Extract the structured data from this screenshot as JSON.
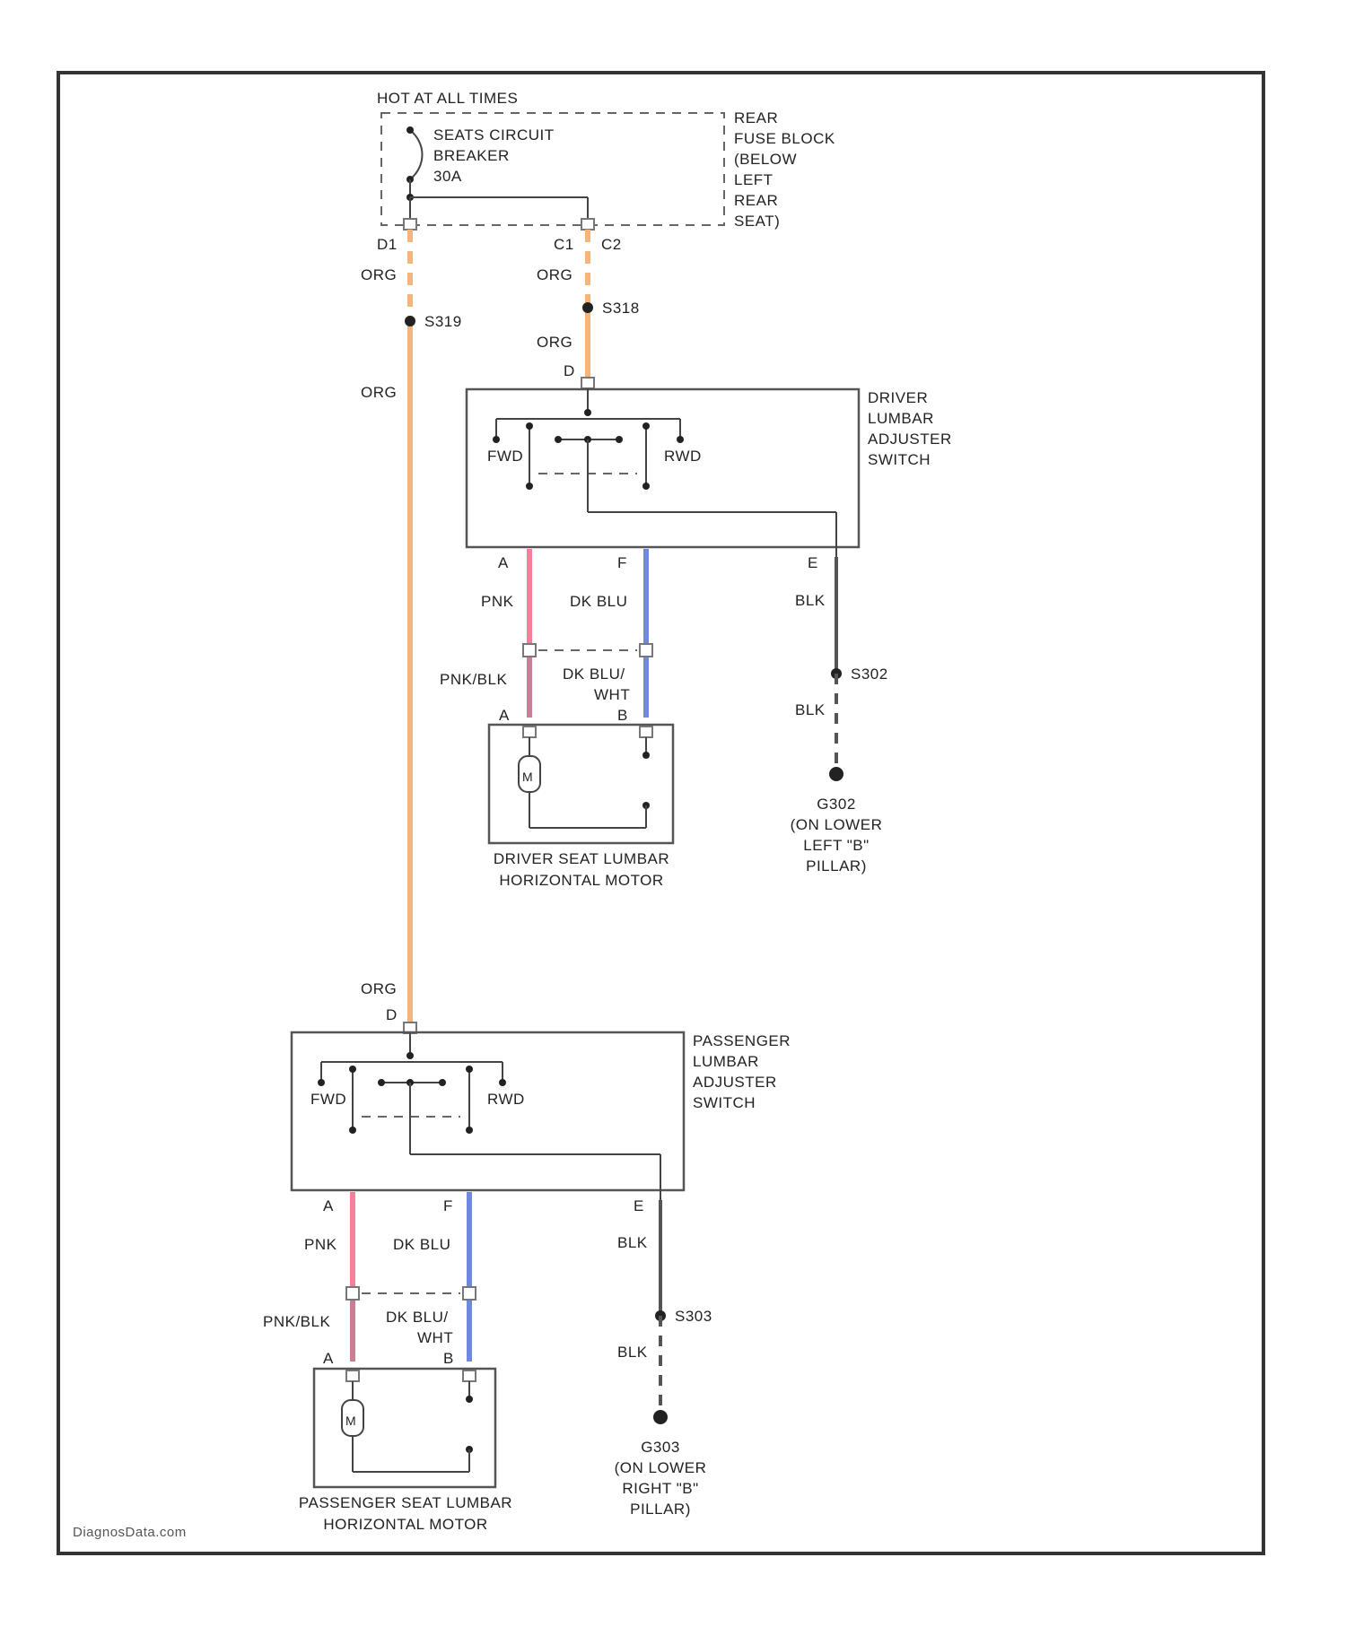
{
  "colors": {
    "orange_wire": "#f4b47a",
    "pink_wire": "#f4809a",
    "pink_black_wire": "#cc7d94",
    "blue_wire": "#7189dc",
    "black_wire": "#555555"
  },
  "power_source": {
    "hot_label": "HOT AT ALL TIMES",
    "breaker_line1": "SEATS CIRCUIT",
    "breaker_line2": "BREAKER",
    "breaker_line3": "30A",
    "fuse_block_lines": [
      "REAR",
      "FUSE BLOCK",
      "(BELOW",
      "LEFT",
      "REAR",
      "SEAT)"
    ],
    "connectors": {
      "left": "D1",
      "mid": "C1",
      "right": "C2"
    }
  },
  "splices": {
    "left": "S319",
    "right": "S318"
  },
  "wire_labels": {
    "org": "ORG"
  },
  "driver": {
    "switch_lines": [
      "DRIVER",
      "LUMBAR",
      "ADJUSTER",
      "SWITCH"
    ],
    "input_pin": "D",
    "pins": {
      "a": "A",
      "f": "F",
      "e": "E"
    },
    "fwd_left": "FWD",
    "fwd_right": "RWD",
    "wires": {
      "pnk": "PNK",
      "dk_blu": "DK BLU",
      "blk": "BLK"
    },
    "motor_wires": {
      "pnk_blk": "PNK/BLK",
      "dk_blu_wht_1": "DK BLU/",
      "dk_blu_wht_2": "WHT"
    },
    "motor_pins": {
      "a": "A",
      "b": "B"
    },
    "motor_symbol": "M",
    "motor_lines": [
      "DRIVER SEAT LUMBAR",
      "HORIZONTAL MOTOR"
    ],
    "splice": "S302",
    "ground_blk": "BLK",
    "ground_lines": [
      "G302",
      "(ON LOWER",
      "LEFT \"B\"",
      "PILLAR)"
    ]
  },
  "passenger": {
    "input_wire": "ORG",
    "input_pin": "D",
    "switch_lines": [
      "PASSENGER",
      "LUMBAR",
      "ADJUSTER",
      "SWITCH"
    ],
    "pins": {
      "a": "A",
      "f": "F",
      "e": "E"
    },
    "fwd_left": "FWD",
    "fwd_right": "RWD",
    "wires": {
      "pnk": "PNK",
      "dk_blu": "DK BLU",
      "blk": "BLK"
    },
    "motor_wires": {
      "pnk_blk": "PNK/BLK",
      "dk_blu_wht_1": "DK BLU/",
      "dk_blu_wht_2": "WHT"
    },
    "motor_pins": {
      "a": "A",
      "b": "B"
    },
    "motor_symbol": "M",
    "motor_lines": [
      "PASSENGER SEAT LUMBAR",
      "HORIZONTAL MOTOR"
    ],
    "splice": "S303",
    "ground_blk": "BLK",
    "ground_lines": [
      "G303",
      "(ON LOWER",
      "RIGHT \"B\"",
      "PILLAR)"
    ]
  },
  "watermark": "DiagnosData.com"
}
